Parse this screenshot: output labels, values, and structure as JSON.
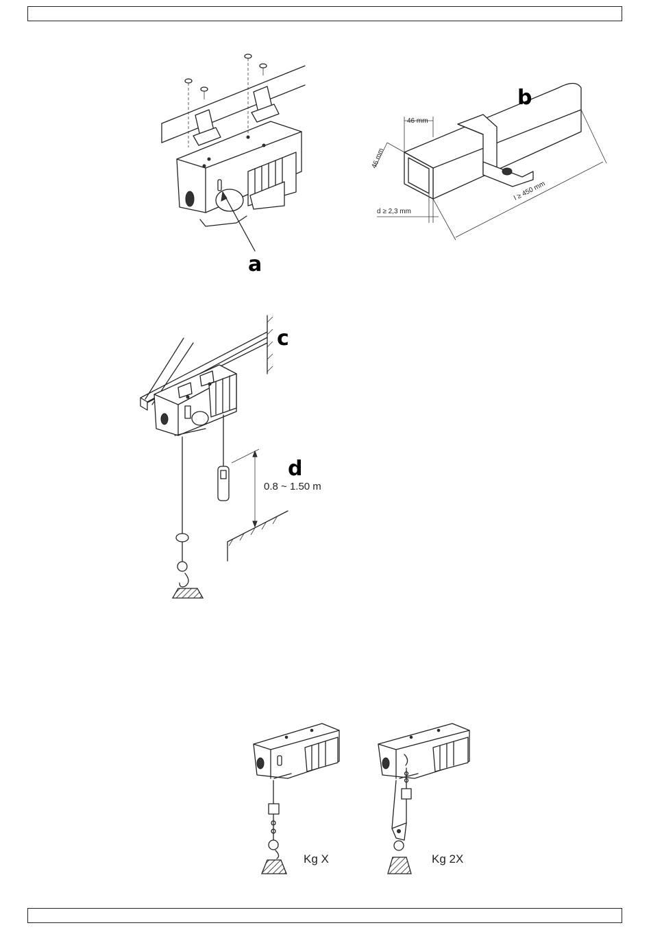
{
  "labels": {
    "a": "a",
    "b": "b",
    "c": "c",
    "d": "d"
  },
  "dimensions": {
    "width": "46 mm",
    "height": "46 mm",
    "wall": "d ≥ 2,3 mm",
    "length": "l ≥ 450 mm",
    "switch_height": "0.8 ~ 1.50 m"
  },
  "load": {
    "single": "Kg X",
    "double": "Kg 2X"
  }
}
